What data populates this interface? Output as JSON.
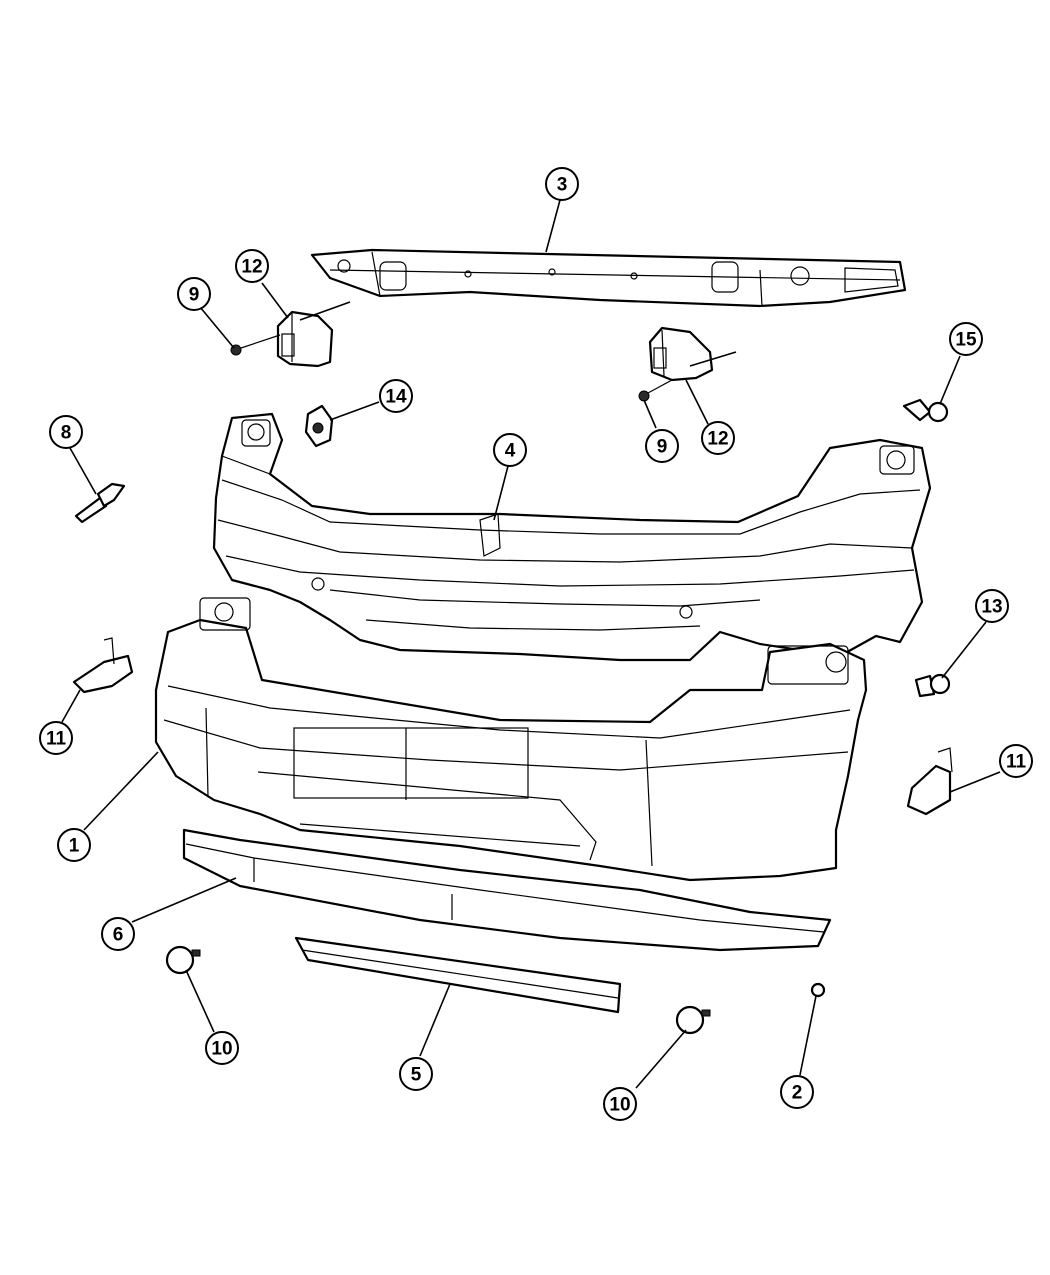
{
  "callouts": [
    {
      "id": "c3",
      "label": "3"
    },
    {
      "id": "c12a",
      "label": "12"
    },
    {
      "id": "c9a",
      "label": "9"
    },
    {
      "id": "c15",
      "label": "15"
    },
    {
      "id": "c14",
      "label": "14"
    },
    {
      "id": "c8",
      "label": "8"
    },
    {
      "id": "c9b",
      "label": "9"
    },
    {
      "id": "c12b",
      "label": "12"
    },
    {
      "id": "c4",
      "label": "4"
    },
    {
      "id": "c13",
      "label": "13"
    },
    {
      "id": "c11a",
      "label": "11"
    },
    {
      "id": "c11b",
      "label": "11"
    },
    {
      "id": "c1",
      "label": "1"
    },
    {
      "id": "c6",
      "label": "6"
    },
    {
      "id": "c10a",
      "label": "10"
    },
    {
      "id": "c5",
      "label": "5"
    },
    {
      "id": "c10b",
      "label": "10"
    },
    {
      "id": "c2",
      "label": "2"
    }
  ]
}
